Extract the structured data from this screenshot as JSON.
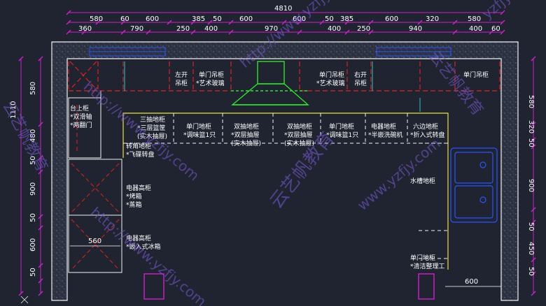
{
  "dims": {
    "total_width": "4810",
    "top_row1": [
      "580",
      "60",
      "600",
      "385",
      "50",
      "600",
      "600",
      "50",
      "385",
      "600",
      "320",
      "580"
    ],
    "top_row2": [
      "360",
      "790",
      "250",
      "400",
      "970",
      "400",
      "250",
      "940",
      "400",
      "60"
    ],
    "left_total": "1110",
    "left_side": [
      "580",
      "480",
      "50",
      "900",
      "50",
      "600",
      "50"
    ],
    "right_side": [
      "580",
      "320",
      "50",
      "900",
      "50",
      "450",
      "50"
    ],
    "fridge_width": "560",
    "bottom_right": "600"
  },
  "labels": {
    "top_left_open": [
      "左开",
      "吊柜"
    ],
    "top_single_left": [
      "单门吊柜",
      "*艺术玻璃"
    ],
    "top_single_right": [
      "单门吊柜",
      "*艺术玻璃"
    ],
    "top_right_open": [
      "右开",
      "吊柜"
    ],
    "top_single_far": [
      "单门吊柜"
    ],
    "side_upper": [
      "台上柜",
      "*双滑轴",
      "*两翻门"
    ],
    "three_drawer": [
      "三抽地柜",
      "*三层篮筐",
      "(实木抽屉)"
    ],
    "single_door_base": [
      "单门地柜",
      "*调味篮1只"
    ],
    "double_drawer_1": [
      "双抽地柜",
      "*双层抽屉",
      "(实木抽屉)"
    ],
    "double_drawer_2": [
      "双抽地柜",
      "*双层抽屉",
      "(实木抽屉)"
    ],
    "single_door_base_2": [
      "单门地柜",
      "*调味篮1只"
    ],
    "appliance_base": [
      "电器地柜",
      "*半嵌洗碗机"
    ],
    "corner_base": [
      "六边地柜",
      "*折入式转盘"
    ],
    "corner_left": [
      "转角地柜",
      "*飞碟转盘"
    ],
    "tall_oven": [
      "电器高柜",
      "*烤箱",
      "*蒸箱"
    ],
    "tall_fridge": [
      "电器高柜",
      "*嵌入式冰箱"
    ],
    "sink_base": [
      "水槽地柜"
    ],
    "bottom_single": [
      "单门地柜",
      "*清洁整理工"
    ]
  },
  "watermarks": [
    "云艺帆教育",
    "云艺帆教育",
    "云艺帆教育",
    "http://www.yzfjy.com",
    "http://www.yzfjy.com",
    "http://www.yzfjy.com",
    "www.yzfjy.com",
    "yzfjy"
  ],
  "colors": {
    "background": "#1f2430",
    "wall": "#f2f2f2",
    "dimension": "#d020d0",
    "cabinet_red": "#e02020",
    "hood_green": "#30e030",
    "counter_yellow": "#e6e640",
    "sink_blue": "#2a55ff",
    "cyan": "#20c8c8"
  }
}
